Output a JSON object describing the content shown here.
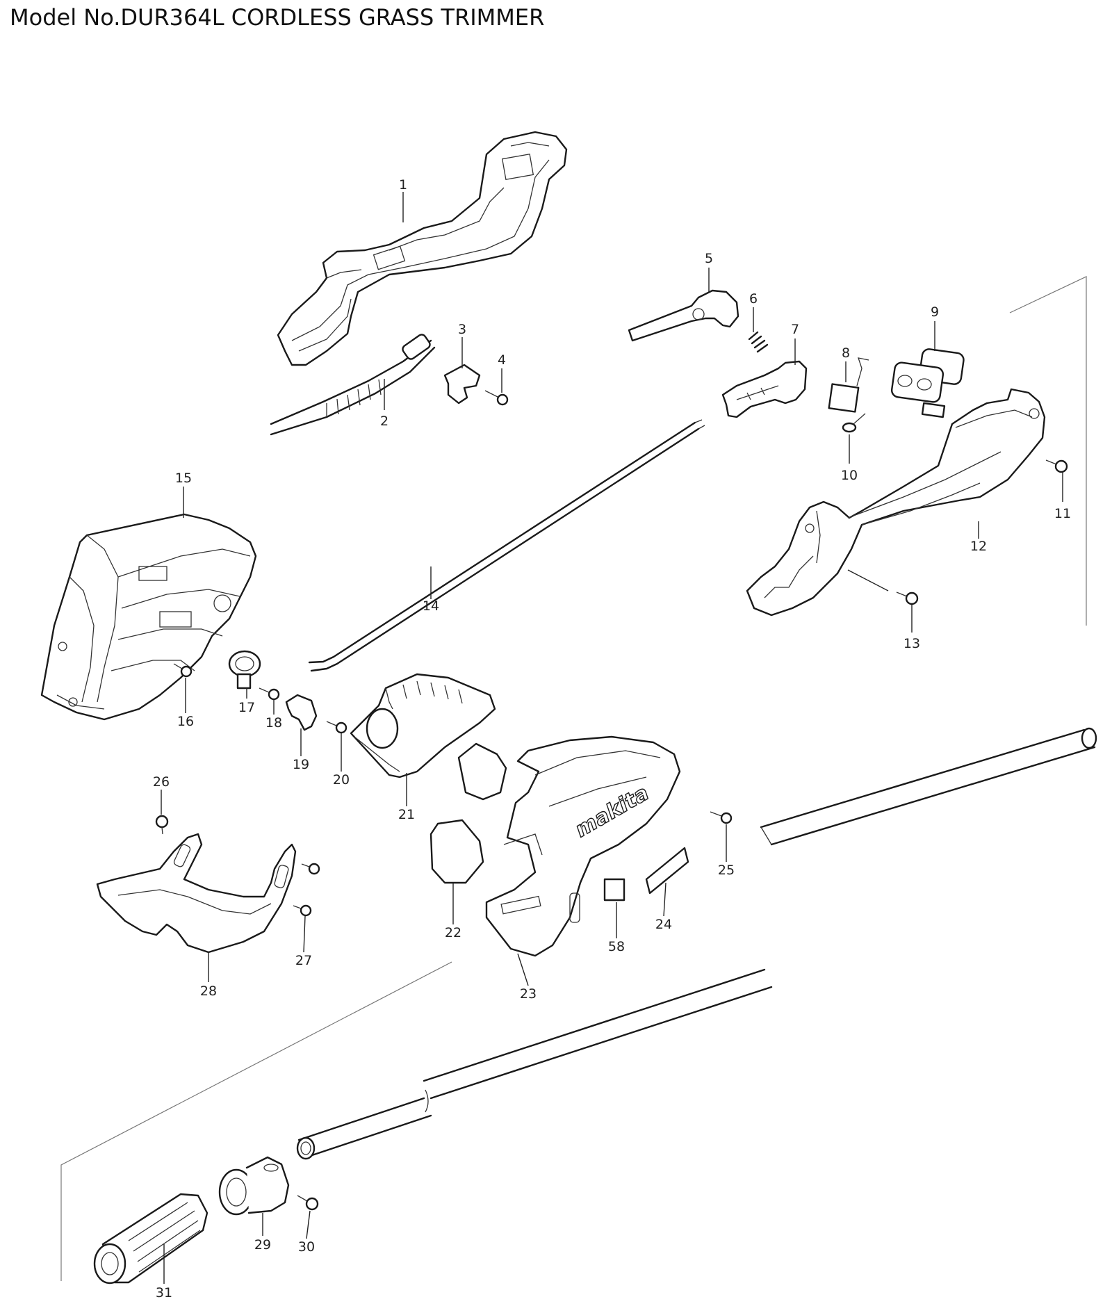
{
  "title": "Model No.DUR364L CORDLESS GRASS TRIMMER",
  "brand_logo": "makita",
  "callouts": [
    {
      "num": "1",
      "part": "housing-top-handle"
    },
    {
      "num": "2",
      "part": "cord-with-sleeve"
    },
    {
      "num": "3",
      "part": "clip"
    },
    {
      "num": "4",
      "part": "screw"
    },
    {
      "num": "5",
      "part": "switch-lever"
    },
    {
      "num": "6",
      "part": "spring"
    },
    {
      "num": "7",
      "part": "lever-holder"
    },
    {
      "num": "8",
      "part": "switch-unit"
    },
    {
      "num": "9",
      "part": "button-pad"
    },
    {
      "num": "10",
      "part": "spring-small"
    },
    {
      "num": "11",
      "part": "screw"
    },
    {
      "num": "12",
      "part": "handle-housing"
    },
    {
      "num": "13",
      "part": "screw"
    },
    {
      "num": "14",
      "part": "cable"
    },
    {
      "num": "15",
      "part": "motor-housing-left"
    },
    {
      "num": "16",
      "part": "screw"
    },
    {
      "num": "17",
      "part": "cable-clamp"
    },
    {
      "num": "18",
      "part": "screw"
    },
    {
      "num": "19",
      "part": "holder"
    },
    {
      "num": "20",
      "part": "screw"
    },
    {
      "num": "21",
      "part": "controller"
    },
    {
      "num": "22",
      "part": "terminal"
    },
    {
      "num": "23",
      "part": "housing-right"
    },
    {
      "num": "24",
      "part": "label"
    },
    {
      "num": "25",
      "part": "screw"
    },
    {
      "num": "26",
      "part": "screw"
    },
    {
      "num": "27",
      "part": "screw"
    },
    {
      "num": "28",
      "part": "guard-bracket"
    },
    {
      "num": "29",
      "part": "pipe-clamp"
    },
    {
      "num": "30",
      "part": "screw"
    },
    {
      "num": "31",
      "part": "grip"
    },
    {
      "num": "58",
      "part": "label"
    }
  ]
}
